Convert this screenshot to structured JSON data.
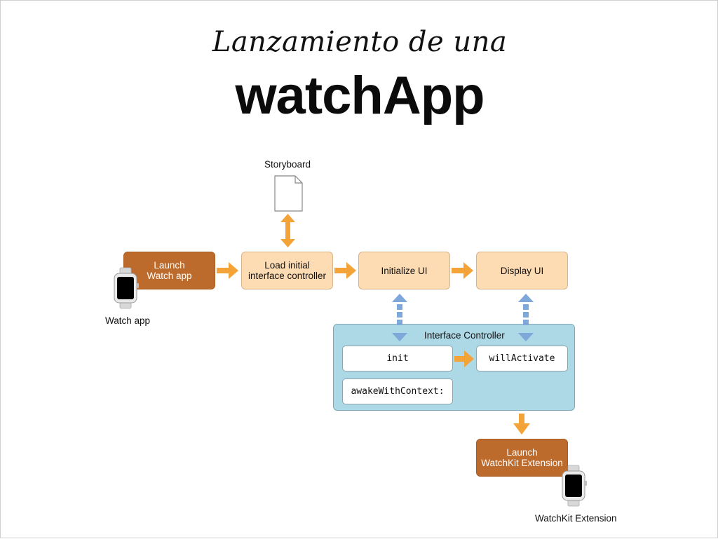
{
  "title": {
    "script_line": "Lanzamiento de una",
    "main_line": "watchApp"
  },
  "labels": {
    "storyboard": "Storyboard",
    "watch_app": "Watch app",
    "watchkit_extension": "WatchKit Extension",
    "interface_controller": "Interface Controller"
  },
  "boxes": {
    "launch_watch_app": "Launch\nWatch app",
    "load_initial": "Load initial\ninterface controller",
    "initialize_ui": "Initialize UI",
    "display_ui": "Display UI",
    "launch_extension": "Launch\nWatchKit Extension"
  },
  "methods": {
    "init": "init",
    "will_activate": "willActivate",
    "awake_with_context": "awakeWithContext:"
  },
  "colors": {
    "launch_box": "#bd6b2c",
    "step_box": "#fddbb3",
    "panel": "#add8e5",
    "orange_arrow": "#f4a338",
    "blue_arrow": "#7ea7da"
  },
  "icons": [
    "document-icon",
    "apple-watch-icon"
  ]
}
